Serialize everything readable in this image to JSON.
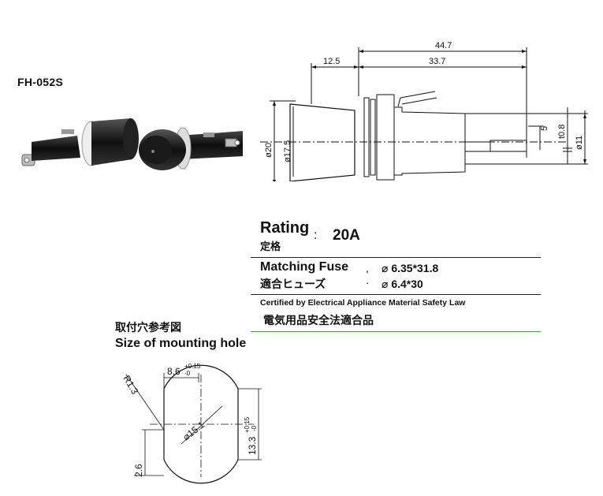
{
  "model": "FH-052S",
  "dimensions": {
    "d447": "44.7",
    "d125": "12.5",
    "d337": "33.7",
    "d20": "ø20",
    "d175": "ø17.5",
    "d5": "5",
    "d08": "t0.8",
    "d11": "ø11"
  },
  "rating": {
    "label_en": "Rating",
    "label_jp": "定格",
    "colon": ":",
    "value": "20A"
  },
  "matching_fuse": {
    "label_en": "Matching Fuse",
    "label_jp": "適合ヒューズ",
    "sep1": ",",
    "sep2": "·",
    "value1": "⌀ 6.35*31.8",
    "value2": "⌀ 6.4*30"
  },
  "certification": {
    "text_en": "Certified by Electrical Appliance Material Safety Law",
    "text_jp": "電気用品安全法適合品"
  },
  "mounting": {
    "title_jp": "取付穴参考図",
    "title_en": "Size of mounting hole",
    "r": "R1.3",
    "w": "8.6",
    "w_tol_plus": "+0.15",
    "w_tol_zero": "-0",
    "dia": "⌀15.1",
    "h": "13.3",
    "h_tol_plus": "+0.15",
    "h_tol_zero": "-0",
    "d26": "2.6"
  }
}
